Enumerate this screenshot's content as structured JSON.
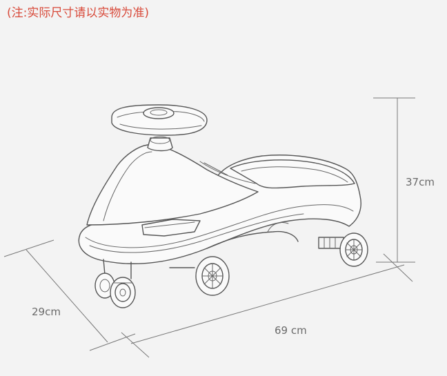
{
  "note": "(注:实际尺寸请以实物为准)",
  "dimensions": {
    "height": "37cm",
    "width": "29cm",
    "length": "69 cm"
  },
  "colors": {
    "note": "#d84a3a",
    "line": "#555555",
    "background": "#f3f3f3"
  }
}
